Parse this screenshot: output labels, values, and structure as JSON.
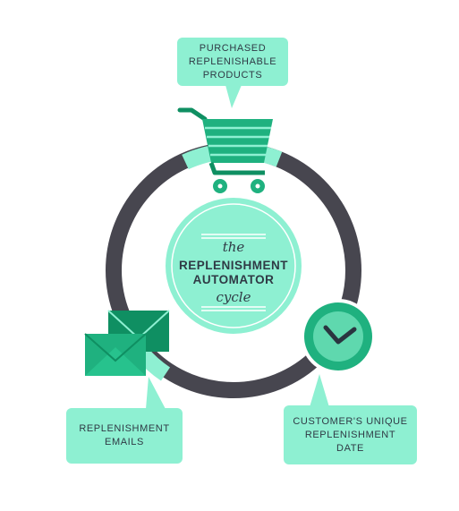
{
  "center": {
    "the": "the",
    "line1": "REPLENISHMENT",
    "line2": "AUTOMATOR",
    "cycle": "cycle"
  },
  "callouts": {
    "products": [
      "PURCHASED",
      "REPLENISHABLE",
      "PRODUCTS"
    ],
    "emails": [
      "REPLENISHMENT",
      "EMAILS"
    ],
    "date": [
      "CUSTOMER'S UNIQUE",
      "REPLENISHMENT",
      "DATE"
    ]
  },
  "icons": {
    "cart": "shopping-cart-icon",
    "clock": "clock-icon",
    "envelopes": "envelopes-icon"
  },
  "colors": {
    "ring": "#47464f",
    "mint": "#8ef0d2",
    "green": "#1fb17f",
    "dark_green": "#0f8f62",
    "text": "#2f3a45"
  }
}
